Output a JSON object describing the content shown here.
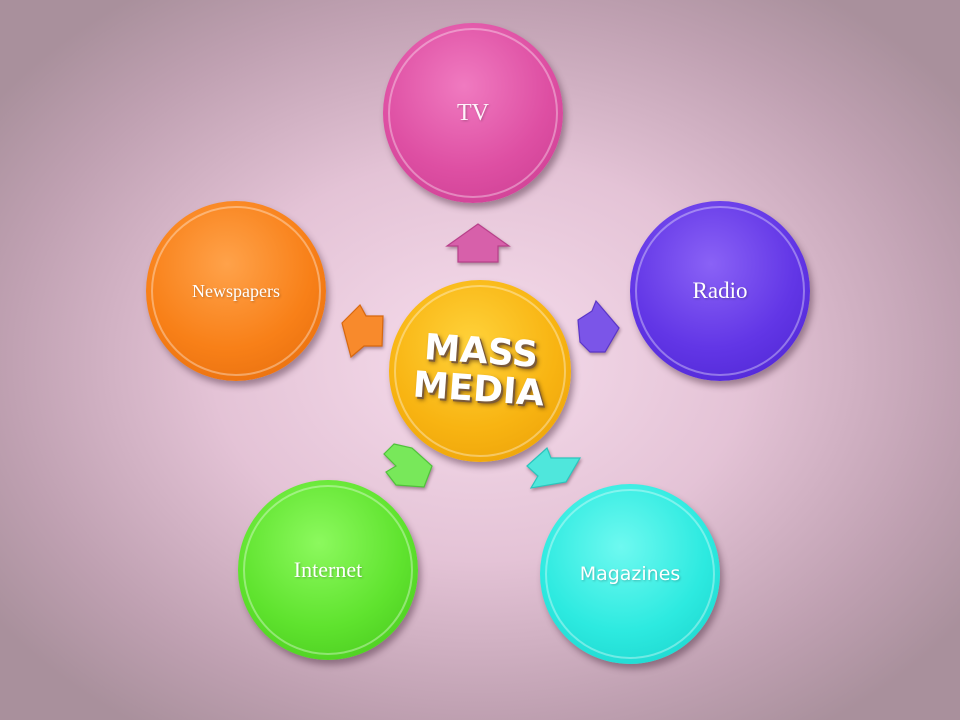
{
  "diagram": {
    "center": {
      "label_line1": "MASS",
      "label_line2": "MEDIA",
      "color": "#f8b412"
    },
    "nodes": [
      {
        "id": "tv",
        "label": "TV",
        "color": "#de4fa3"
      },
      {
        "id": "radio",
        "label": "Radio",
        "color": "#6236e6"
      },
      {
        "id": "magazines",
        "label": "Magazines",
        "color": "#2deae0"
      },
      {
        "id": "internet",
        "label": "Internet",
        "color": "#5fe32e"
      },
      {
        "id": "newspapers",
        "label": "Newspapers",
        "color": "#f88018"
      }
    ],
    "connector_shape": "arrow-from-center-to-node"
  }
}
